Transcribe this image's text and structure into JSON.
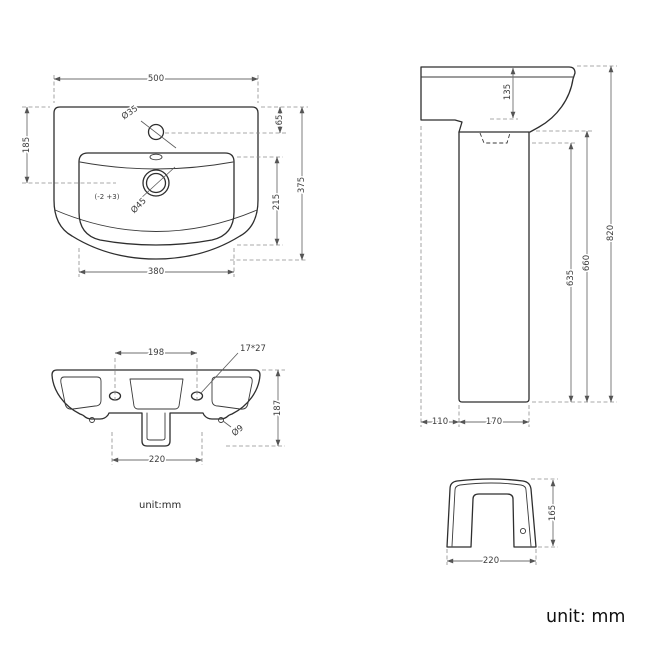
{
  "notes": {
    "unit_small": "unit:mm",
    "unit_large": "unit: mm"
  },
  "plan_view": {
    "overall_width": "500",
    "overall_depth": "375",
    "tap_hole_offset": "65",
    "drain_centre_offset": "185",
    "bowl_depth": "215",
    "bowl_width": "380",
    "tap_hole_dia": "Ø35",
    "drain_dia": "Ø45",
    "drain_tolerance": "(-2 +3)"
  },
  "side_view": {
    "basin_depth": "135",
    "overall_height": "820",
    "underside_height": "660",
    "pedestal_top_height": "635",
    "front_overhang": "110",
    "pedestal_depth": "170"
  },
  "underside_view": {
    "tap_hole_centres": "198",
    "tap_slot_size": "17*27",
    "overall_depth": "187",
    "outlet_width": "220",
    "fixing_hole_dia": "Ø9"
  },
  "pedestal_section": {
    "height": "165",
    "width": "220"
  },
  "colors": {
    "background": "#ffffff",
    "line": "#2e2e2e",
    "dimension": "#6f6f6f"
  }
}
